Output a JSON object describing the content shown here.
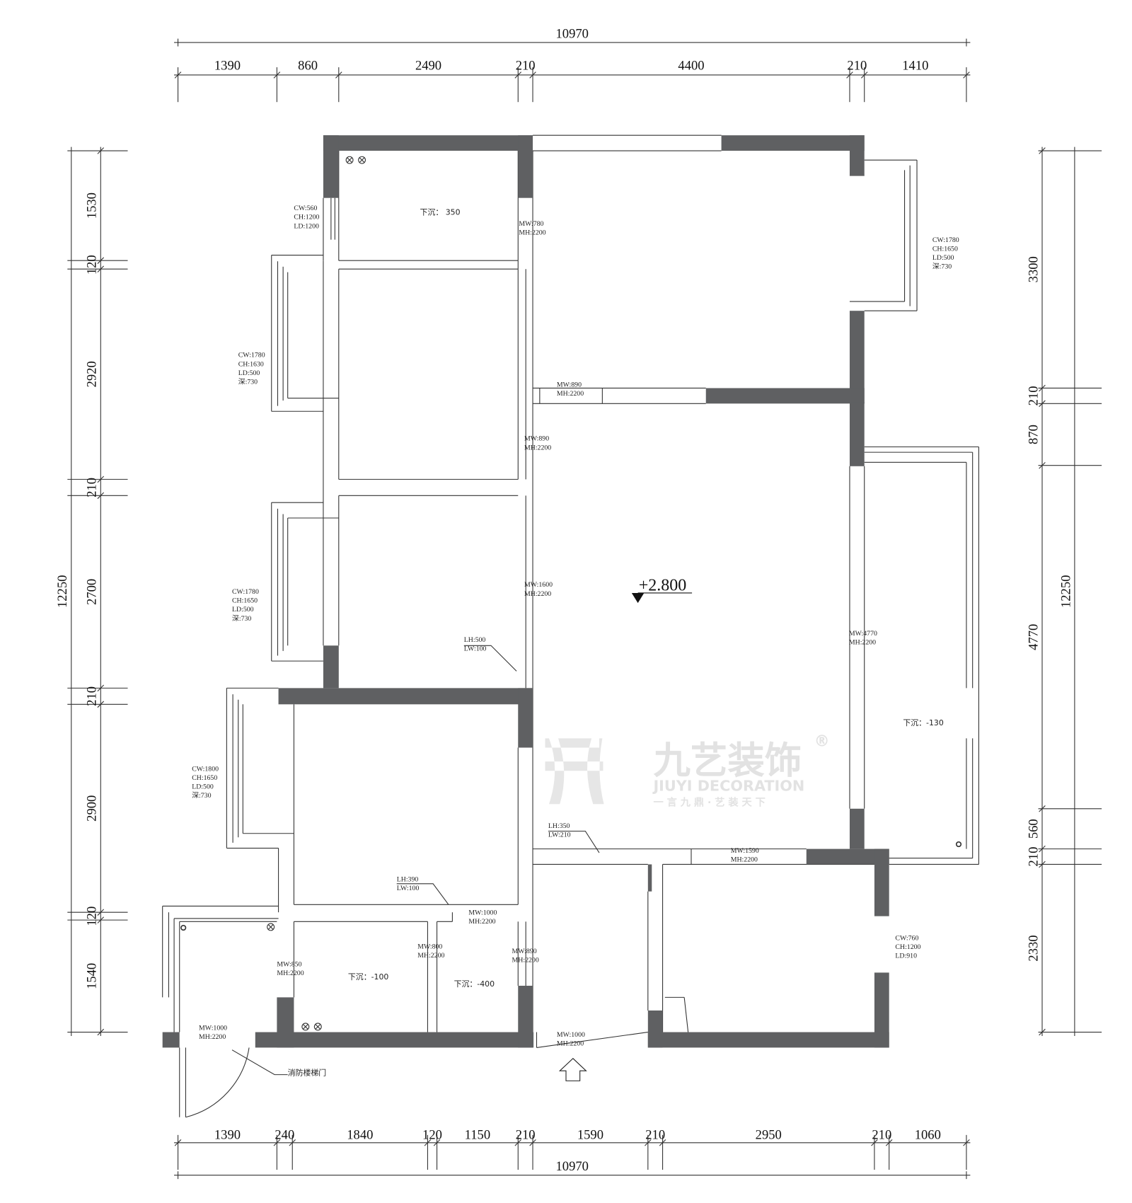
{
  "colors": {
    "wall": "#5f6062",
    "line": "#333333",
    "watermark": "#e2e2e2"
  },
  "dimensions": {
    "top_total": "10970",
    "top": [
      "1390",
      "860",
      "2490",
      "210",
      "4400",
      "210",
      "1410"
    ],
    "bottom_total": "10970",
    "bottom": [
      "1390",
      "240",
      "1840",
      "120",
      "1150",
      "210",
      "1590",
      "210",
      "2950",
      "210",
      "1060"
    ],
    "left_total": "12250",
    "left": [
      "1530",
      "120",
      "2920",
      "210",
      "2700",
      "210",
      "2900",
      "120",
      "1540"
    ],
    "right_total": "12250",
    "right": [
      "3300",
      "210",
      "870",
      "4770",
      "560",
      "210",
      "2330"
    ]
  },
  "annotations": [
    [
      "CW:560",
      "CH:1200",
      "LD:1200"
    ],
    [
      "下沉： 350"
    ],
    [
      "MW:780",
      "MH:2200"
    ],
    [
      "CW:1780",
      "CH:1650",
      "LD:500",
      "深:730"
    ],
    [
      "CW:1780",
      "CH:1630",
      "LD:500",
      "深:730"
    ],
    [
      "MW:890",
      "MH:2200"
    ],
    [
      "MW:890",
      "MH:2200"
    ],
    [
      "MW:1600",
      "MH:2200"
    ],
    [
      "LH:500",
      "LW:100"
    ],
    [
      "CW:1780",
      "CH:1650",
      "LD:500",
      "深:730"
    ],
    [
      "MW:4770",
      "MH:2200"
    ],
    [
      "下沉：-130"
    ],
    [
      "CW:1800",
      "CH:1650",
      "LD:500",
      "深:730"
    ],
    [
      "LH:350",
      "LW:210"
    ],
    [
      "MW:1590",
      "MH:2200"
    ],
    [
      "LH:390",
      "LW:100"
    ],
    [
      "MW:1000",
      "MH:2200"
    ],
    [
      "MW:800",
      "MH:2200"
    ],
    [
      "MW:890",
      "MH:2200"
    ],
    [
      "MW:850",
      "MH:2200"
    ],
    [
      "下沉：-100"
    ],
    [
      "下沉：-400"
    ],
    [
      "CW:760",
      "CH:1200",
      "LD:910"
    ],
    [
      "MW:1000",
      "MH:2200"
    ],
    [
      "MW:1000",
      "MH:2200"
    ],
    [
      "消防楼梯门"
    ]
  ],
  "elevation": "+2.800",
  "watermark": {
    "brand_cn": "九艺装饰",
    "brand_en": "JIUYI DECORATION",
    "slogan": "一 言 九 鼎 · 艺 装 天 下",
    "registered": "®"
  },
  "icons": [
    "entrance-arrow-icon",
    "ceiling-light-icon",
    "floor-drain-icon",
    "elevation-marker-icon"
  ]
}
